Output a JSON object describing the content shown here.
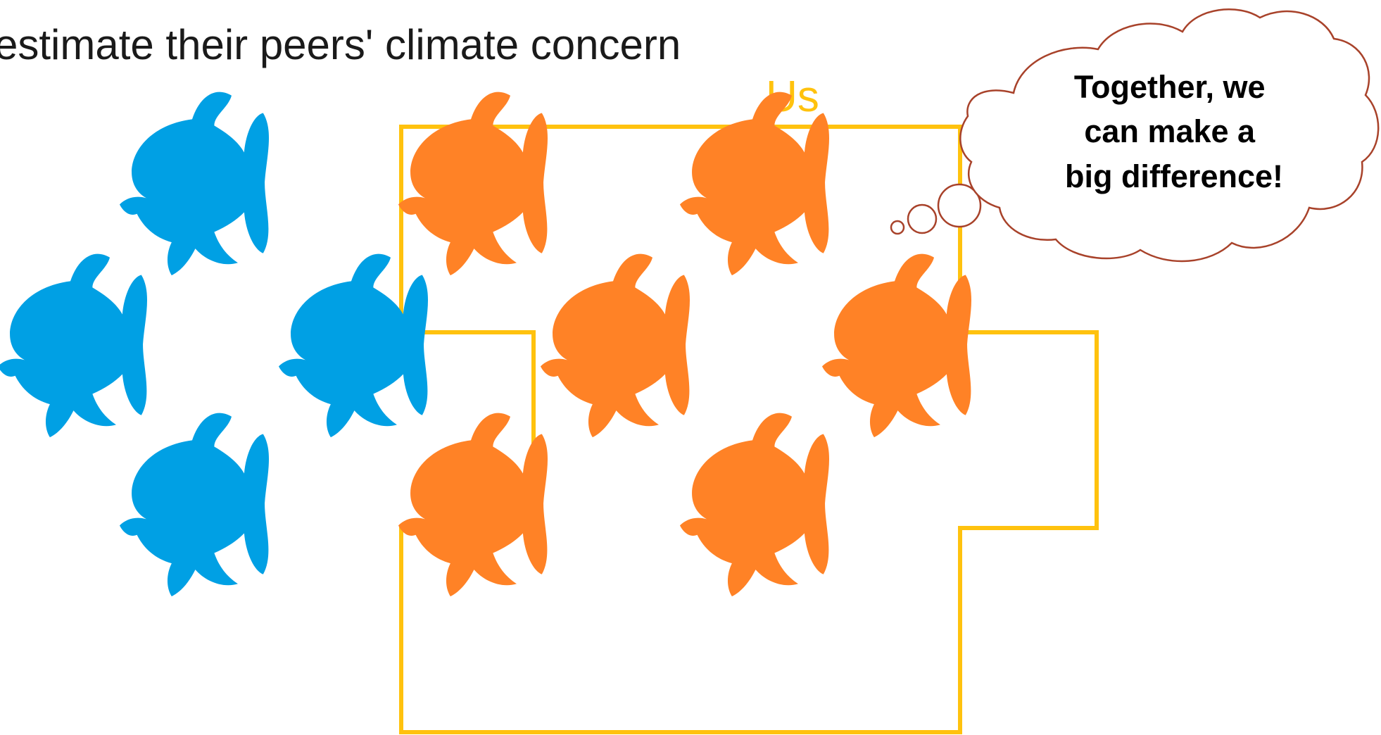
{
  "title": "estimate their peers' climate concern",
  "group_label": "Us",
  "thought": {
    "lines": [
      "Together, we",
      "can make a",
      "big difference!"
    ]
  },
  "colors": {
    "outgroup_fish": "#00a0e4",
    "ingroup_fish": "#ff8226",
    "group_border": "#ffc20e",
    "group_label": "#ffc20e",
    "cloud_stroke": "#a8422a"
  },
  "fish": [
    {
      "group": "outgroup"
    },
    {
      "group": "outgroup"
    },
    {
      "group": "outgroup"
    },
    {
      "group": "outgroup"
    },
    {
      "group": "ingroup"
    },
    {
      "group": "ingroup"
    },
    {
      "group": "ingroup"
    },
    {
      "group": "ingroup"
    },
    {
      "group": "ingroup"
    },
    {
      "group": "ingroup"
    }
  ]
}
